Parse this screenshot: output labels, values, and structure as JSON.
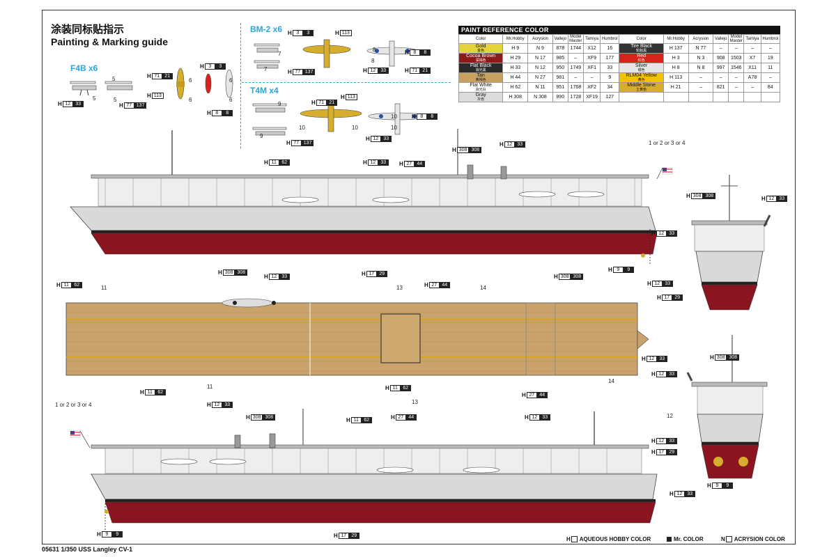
{
  "header": {
    "title_cn": "涂装同标贴指示",
    "title_en": "Painting & Marking guide"
  },
  "aircraft": [
    {
      "label": "F4B x6"
    },
    {
      "label": "BM-2 x6"
    },
    {
      "label": "T4M x4"
    }
  ],
  "paint_table": {
    "title": "PAINT  REFERENCE COLOR",
    "columns": [
      "Color",
      "Mr.Hobby",
      "Acrysion",
      "Vallejo",
      "Model Master",
      "Tamiya",
      "Humbrol"
    ],
    "rows_left": [
      {
        "name": "Gold",
        "cn": "金色",
        "bg": "#e5d33b",
        "fg": "#111",
        "hobby": "9",
        "acry": "9",
        "vallejo": "878",
        "mm": "1744",
        "tamiya": "X12",
        "humbrol": "16"
      },
      {
        "name": "Cocoa Brown",
        "cn": "深褐色",
        "bg": "#8b1a18",
        "fg": "#fff",
        "hobby": "29",
        "acry": "17",
        "vallejo": "985",
        "mm": "–",
        "tamiya": "XF9",
        "humbrol": "177"
      },
      {
        "name": "Flat Black",
        "cn": "消光黑",
        "bg": "#2a2a2a",
        "fg": "#fff",
        "hobby": "33",
        "acry": "12",
        "vallejo": "950",
        "mm": "1749",
        "tamiya": "XF1",
        "humbrol": "33"
      },
      {
        "name": "Tan",
        "cn": "黄褐色",
        "bg": "#c8a060",
        "fg": "#111",
        "hobby": "44",
        "acry": "27",
        "vallejo": "981",
        "mm": "–",
        "tamiya": "–",
        "humbrol": "9"
      },
      {
        "name": "Flat White",
        "cn": "消光白",
        "bg": "#ffffff",
        "fg": "#111",
        "hobby": "62",
        "acry": "11",
        "vallejo": "951",
        "mm": "1768",
        "tamiya": "XF2",
        "humbrol": "34"
      },
      {
        "name": "Gray",
        "cn": "灰色",
        "bg": "#dcdcdc",
        "fg": "#111",
        "hobby": "308",
        "acry": "308",
        "vallejo": "990",
        "mm": "1728",
        "tamiya": "XF19",
        "humbrol": "127"
      }
    ],
    "rows_right": [
      {
        "name": "Tire Black",
        "cn": "轮胎黑",
        "bg": "#333333",
        "fg": "#fff",
        "hobby": "137",
        "acry": "77",
        "vallejo": "–",
        "mm": "–",
        "tamiya": "–",
        "humbrol": "–"
      },
      {
        "name": "Red",
        "cn": "红色",
        "bg": "#d8231c",
        "fg": "#fff",
        "hobby": "3",
        "acry": "3",
        "vallejo": "908",
        "mm": "1503",
        "tamiya": "X7",
        "humbrol": "19"
      },
      {
        "name": "Silver",
        "cn": "银色",
        "bg": "#e6e6e6",
        "fg": "#111",
        "hobby": "8",
        "acry": "8",
        "vallejo": "997",
        "mm": "1546",
        "tamiya": "X11",
        "humbrol": "11"
      },
      {
        "name": "RLM04 Yellow",
        "cn": "黄色",
        "bg": "#f2c200",
        "fg": "#111",
        "hobby": "113",
        "acry": "–",
        "vallejo": "–",
        "mm": "–",
        "tamiya": "A78",
        "humbrol": "–"
      },
      {
        "name": "Middle Stone",
        "cn": "土黄色",
        "bg": "#d7ad2e",
        "fg": "#111",
        "hobby": "21",
        "acry": "–",
        "vallejo": "821",
        "mm": "–",
        "tamiya": "–",
        "humbrol": "84"
      },
      {
        "name": "",
        "cn": "",
        "bg": "#ffffff",
        "fg": "#111",
        "hobby": "",
        "acry": "",
        "vallejo": "",
        "mm": "",
        "tamiya": "",
        "humbrol": ""
      }
    ]
  },
  "callouts": {
    "flag": "1 or 2 or 3 or 4",
    "n5": "5",
    "n6": "6",
    "n7": "7",
    "n8": "8",
    "n9": "9",
    "n10": "10",
    "n11": "11",
    "n12": "12",
    "n13": "13",
    "n14": "14",
    "c3": "3",
    "c8": "8",
    "c9": "9",
    "c12": "12",
    "c21": "21",
    "c29": "29",
    "c33": "33",
    "c44": "44",
    "c62": "62",
    "c113": "113",
    "c137": "137",
    "c308": "308",
    "h": "H"
  },
  "footer": {
    "product": "05631 1/350 USS Langley CV-1",
    "legend_aqueous": "AQUEOUS HOBBY COLOR",
    "legend_mr": "Mr. COLOR",
    "legend_acry": "ACRYSION COLOR",
    "legend_h": "H",
    "legend_n": "N"
  },
  "colors": {
    "hull_red": "#8a1420",
    "hull_gray": "#d9d9d9",
    "deck_wood": "#c9a36b",
    "boot_top": "#222222",
    "accent_blue": "#2aa6d8"
  }
}
